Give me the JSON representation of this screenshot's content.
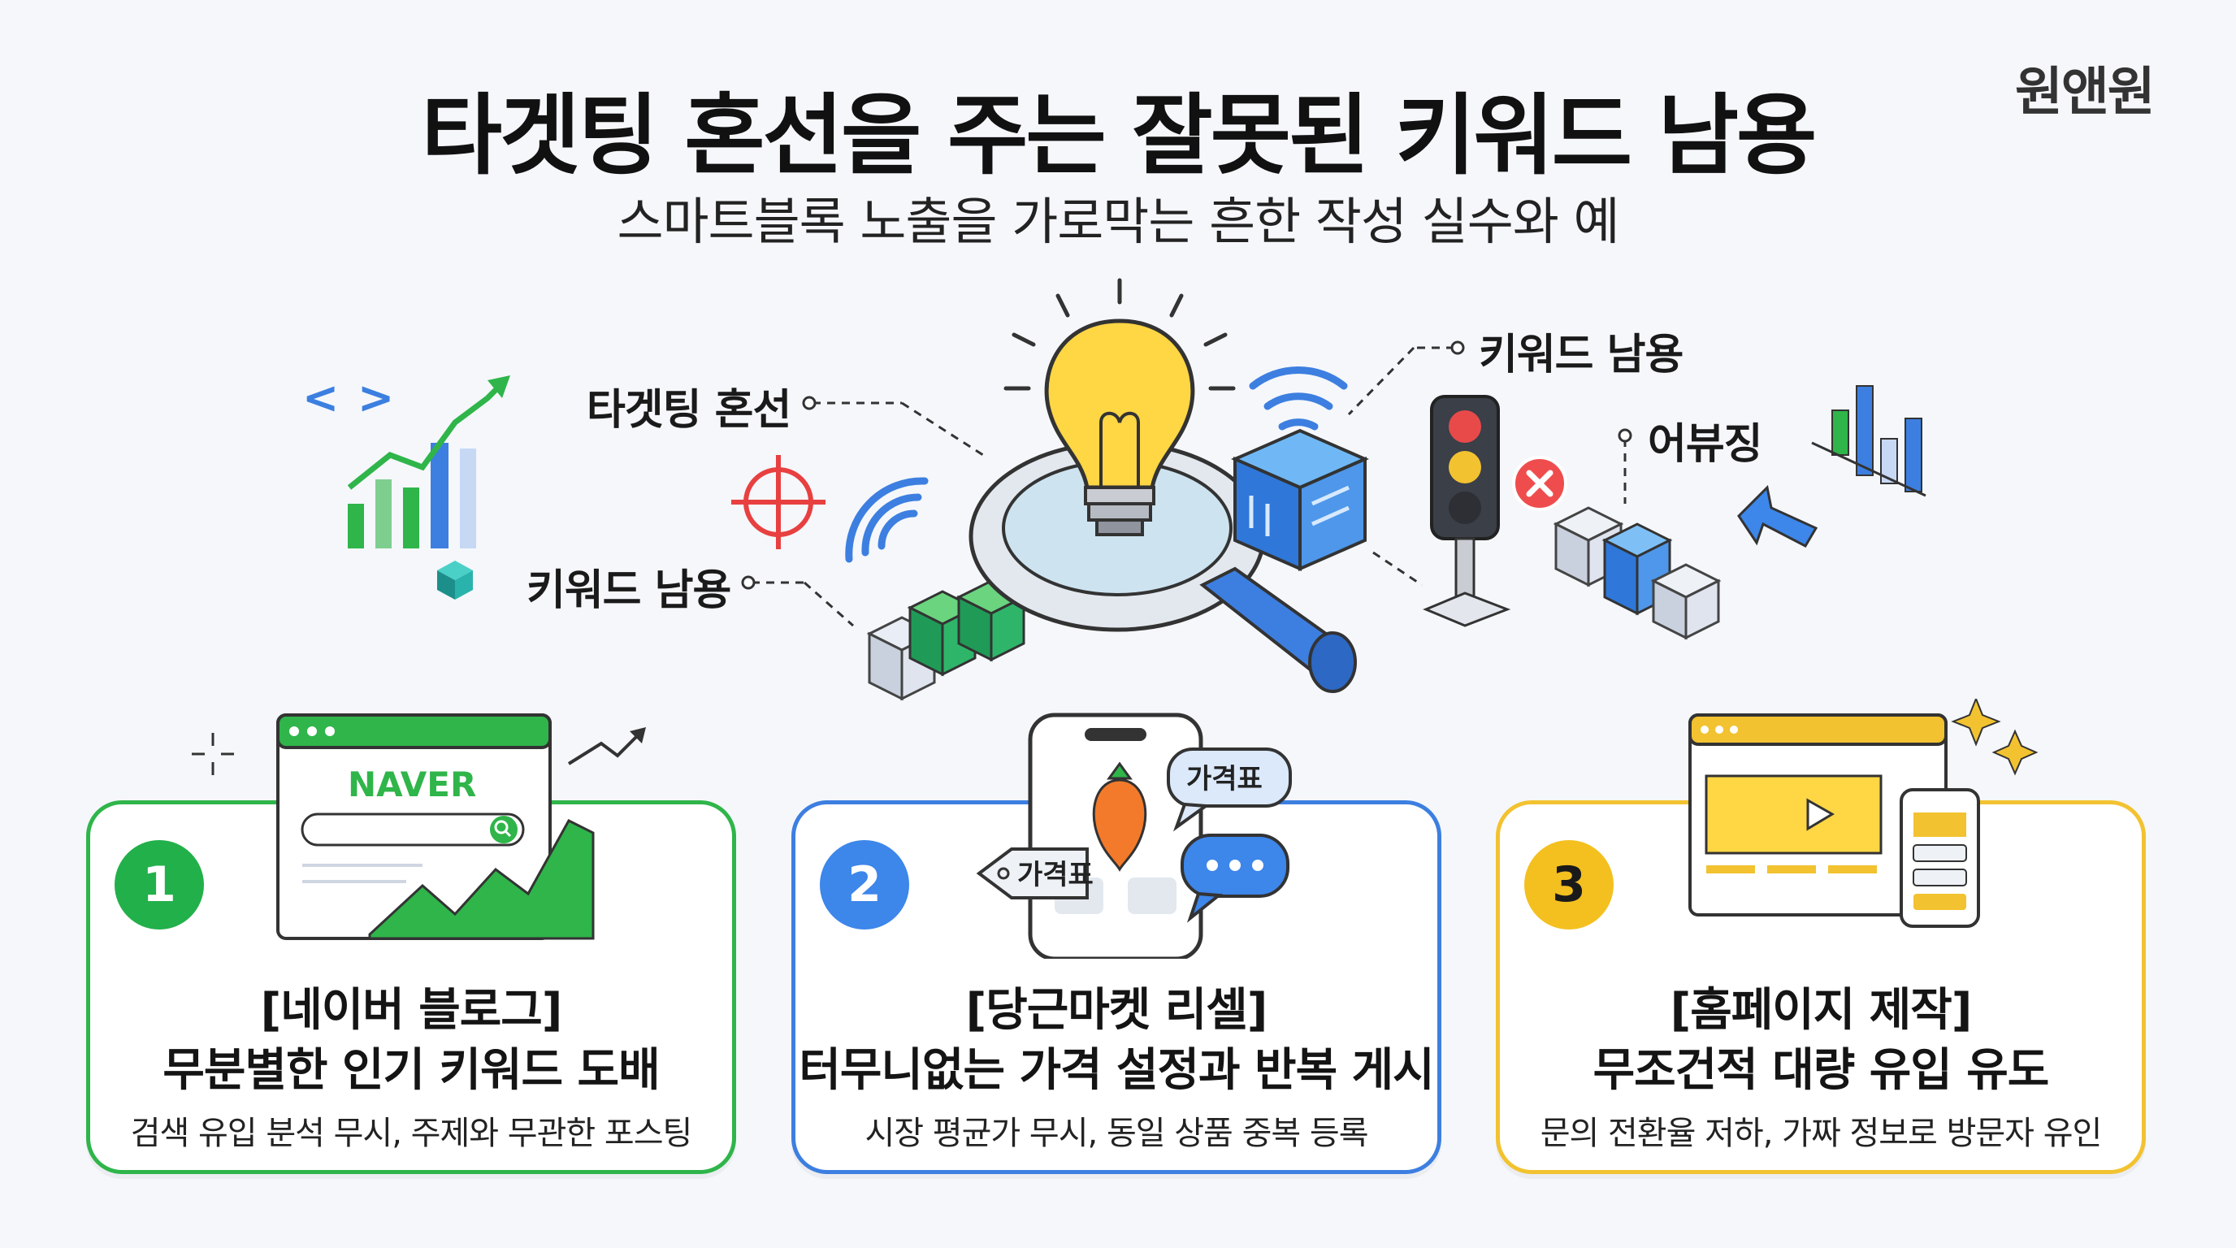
{
  "brand": "원앤원",
  "title": "타겟팅 혼선을 주는 잘못된 키워드 남용",
  "subtitle": "스마트블록 노출을 가로막는 흔한 작성 실수와 예",
  "callouts": {
    "targeting_confusion": "타겟팅 혼선",
    "keyword_abuse_left": "키워드 남용",
    "keyword_abuse_right": "키워드 남용",
    "abusing": "어뷰징"
  },
  "illustrations": {
    "naver_logo": "NAVER",
    "price_tag_left": "가격표",
    "price_tag_bubble": "가격표",
    "chat_dots": "•••"
  },
  "cards": [
    {
      "number": "1",
      "tag": "[네이버 블로그]",
      "headline": "무분별한 인기 키워드 도배",
      "description": "검색 유입 분석 무시, 주제와 무관한 포스팅",
      "accent": "#2fb54a"
    },
    {
      "number": "2",
      "tag": "[당근마켓 리셀]",
      "headline": "터무니없는 가격 설정과 반복 게시",
      "description": "시장 평균가 무시, 동일 상품 중복 등록",
      "accent": "#3d7fe0"
    },
    {
      "number": "3",
      "tag": "[홈페이지 제작]",
      "headline": "무조건적 대량 유입 유도",
      "description": "문의 전환율 저하, 가짜 정보로 방문자 유인",
      "accent": "#f2c230"
    }
  ]
}
